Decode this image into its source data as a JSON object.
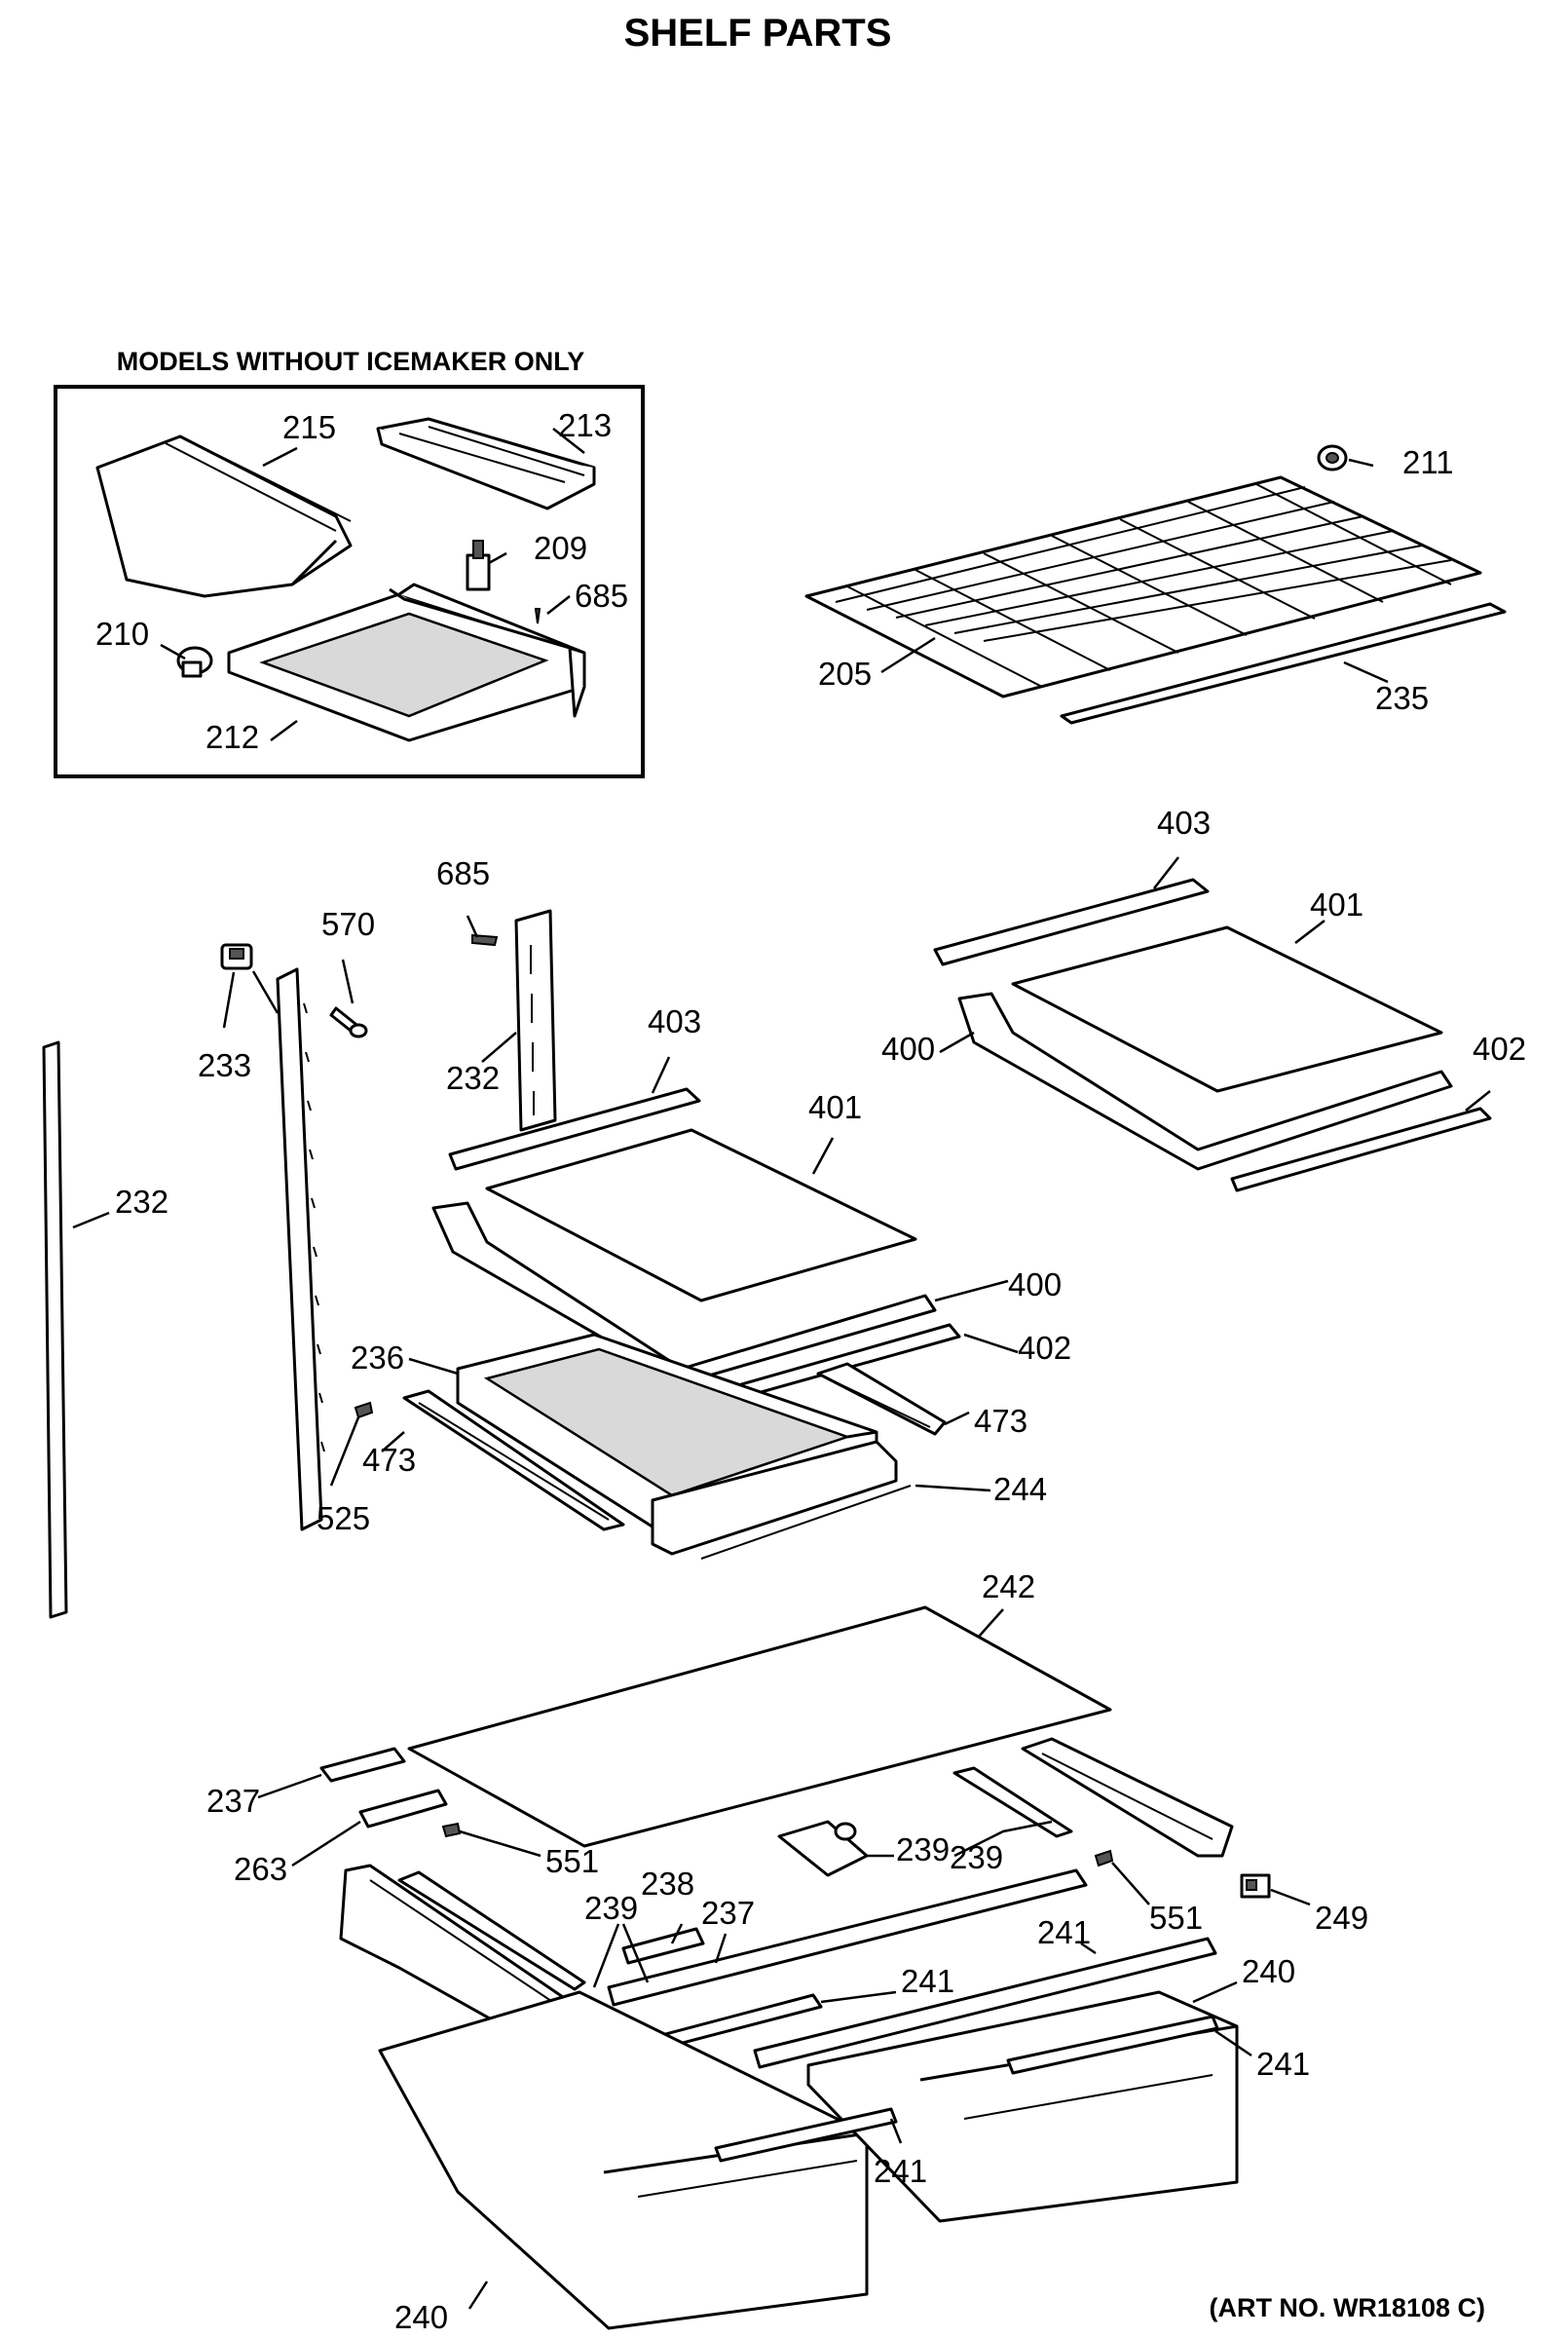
{
  "title": "SHELF PARTS",
  "inset_caption": "MODELS WITHOUT ICEMAKER ONLY",
  "art_number": "(ART NO. WR18108 C)",
  "callouts": {
    "c215": "215",
    "c213": "213",
    "c209": "209",
    "c685a": "685",
    "c210": "210",
    "c212": "212",
    "c211": "211",
    "c205": "205",
    "c235": "235",
    "c403a": "403",
    "c401a": "401",
    "c400a": "400",
    "c402a": "402",
    "c685b": "685",
    "c570": "570",
    "c233": "233",
    "c232a": "232",
    "c232b": "232",
    "c403b": "403",
    "c401b": "401",
    "c400b": "400",
    "c402b": "402",
    "c236": "236",
    "c473a": "473",
    "c473b": "473",
    "c525": "525",
    "c244": "244",
    "c242": "242",
    "c237a": "237",
    "c263": "263",
    "c551a": "551",
    "c239a": "239",
    "c239b": "239",
    "c238": "238",
    "c237b": "237",
    "c239c": "239",
    "c551b": "551",
    "c249": "249",
    "c241a": "241",
    "c241b": "241",
    "c240a": "240",
    "c241c": "241",
    "c241d": "241",
    "c240b": "240"
  }
}
